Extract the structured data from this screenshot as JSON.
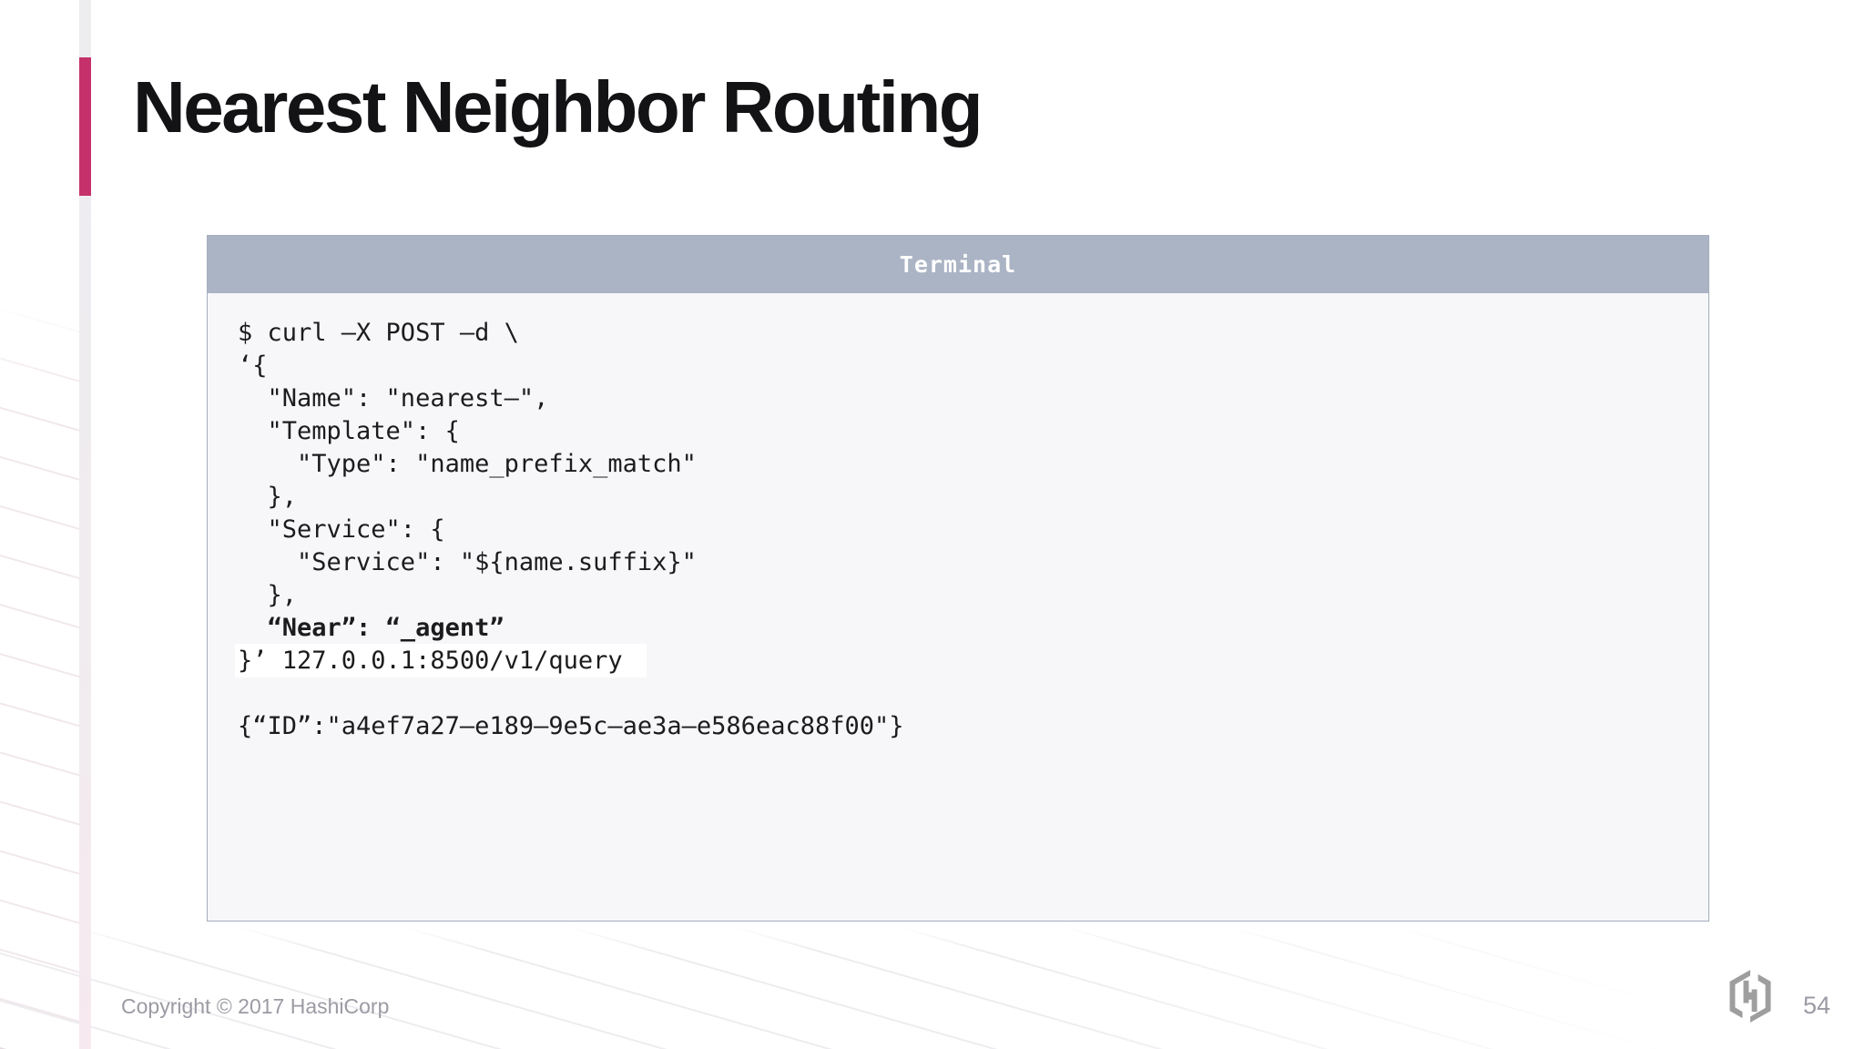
{
  "slide": {
    "title": "Nearest Neighbor Routing"
  },
  "terminal": {
    "title": "Terminal",
    "lines": [
      {
        "text": "$ curl –X POST –d \\"
      },
      {
        "text": "‘{"
      },
      {
        "text": "  \"Name\": \"nearest–\","
      },
      {
        "text": "  \"Template\": {"
      },
      {
        "text": "    \"Type\": \"name_prefix_match\""
      },
      {
        "text": "  },"
      },
      {
        "text": "  \"Service\": {"
      },
      {
        "text": "    \"Service\": \"${name.suffix}\""
      },
      {
        "text": "  },"
      },
      {
        "text": "  “Near”: “_agent”",
        "bold": true
      },
      {
        "text": "}’ 127.0.0.1:8500/v1/query",
        "highlight": true
      },
      {
        "text": ""
      },
      {
        "text": "{“ID”:\"a4ef7a27–e189–9e5c–ae3a–e586eac88f00\"}"
      }
    ]
  },
  "footer": {
    "copyright": "Copyright © 2017 HashiCorp",
    "page_number": "54",
    "logo": "hashicorp-logo"
  },
  "colors": {
    "accent": "#c6316b",
    "terminal_header": "#abb4c4",
    "terminal_body": "#f7f7f9",
    "title_text": "#131316",
    "footer_text": "#9b9ba4"
  }
}
